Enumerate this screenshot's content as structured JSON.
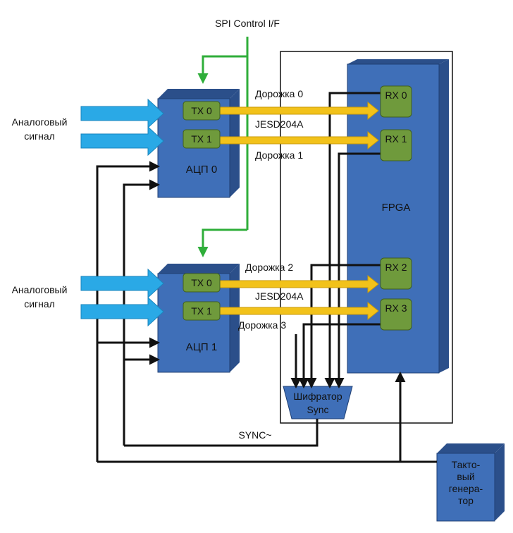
{
  "labels": {
    "spi": "SPI Control I/F",
    "analog_1a": "Аналоговый",
    "analog_1b": "сигнал",
    "analog_2a": "Аналоговый",
    "analog_2b": "сигнал",
    "adc0": "АЦП 0",
    "adc1": "АЦП 1",
    "tx0_a": "TX 0",
    "tx1_a": "TX 1",
    "tx0_b": "TX 0",
    "tx1_b": "TX 1",
    "rx0": "RX 0",
    "rx1": "RX 1",
    "rx2": "RX 2",
    "rx3": "RX 3",
    "fpga": "FPGA",
    "lane0": "Дорожка 0",
    "lane1": "Дорожка 1",
    "lane2": "Дорожка 2",
    "lane3": "Дорожка 3",
    "jesd_a": "JESD204A",
    "jesd_b": "JESD204A",
    "encoder_a": "Шифратор",
    "encoder_b": "Sync",
    "sync": "SYNC~",
    "clock_a": "Такто-",
    "clock_b": "вый",
    "clock_c": "генера-",
    "clock_d": "тор"
  },
  "colors": {
    "box_blue": "#3f6fb8",
    "box_dark": "#2b4f8a",
    "chip_green": "#6f9a3c",
    "arrow_yellow": "#f2c21a",
    "arrow_cyan": "#2aa9e6",
    "spi_green": "#2fae3a",
    "wire": "#111111"
  }
}
